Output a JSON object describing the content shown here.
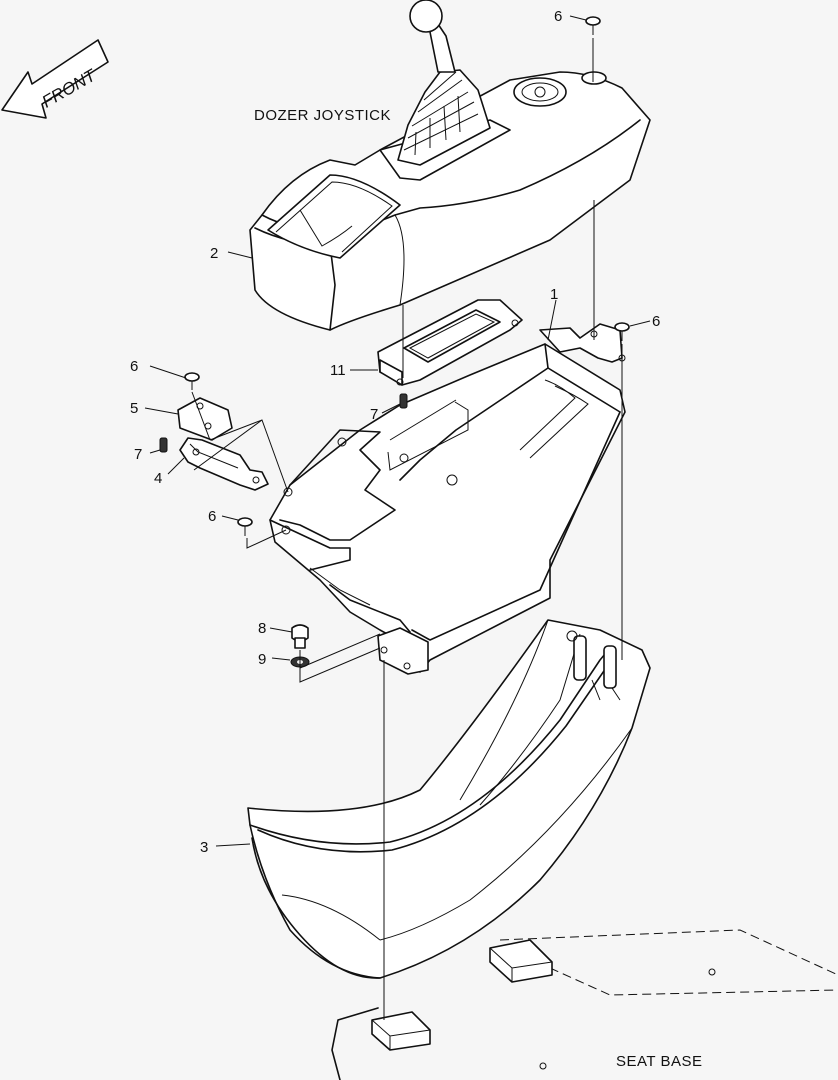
{
  "captions": {
    "front": "FRONT",
    "dozer_joystick": "DOZER  JOYSTICK",
    "seat_base": "SEAT BASE"
  },
  "callouts": {
    "c1": "1",
    "c2": "2",
    "c3": "3",
    "c4": "4",
    "c5": "5",
    "c6a": "6",
    "c6b": "6",
    "c6c": "6",
    "c6d": "6",
    "c7a": "7",
    "c7b": "7",
    "c8": "8",
    "c9": "9",
    "c11": "11"
  }
}
